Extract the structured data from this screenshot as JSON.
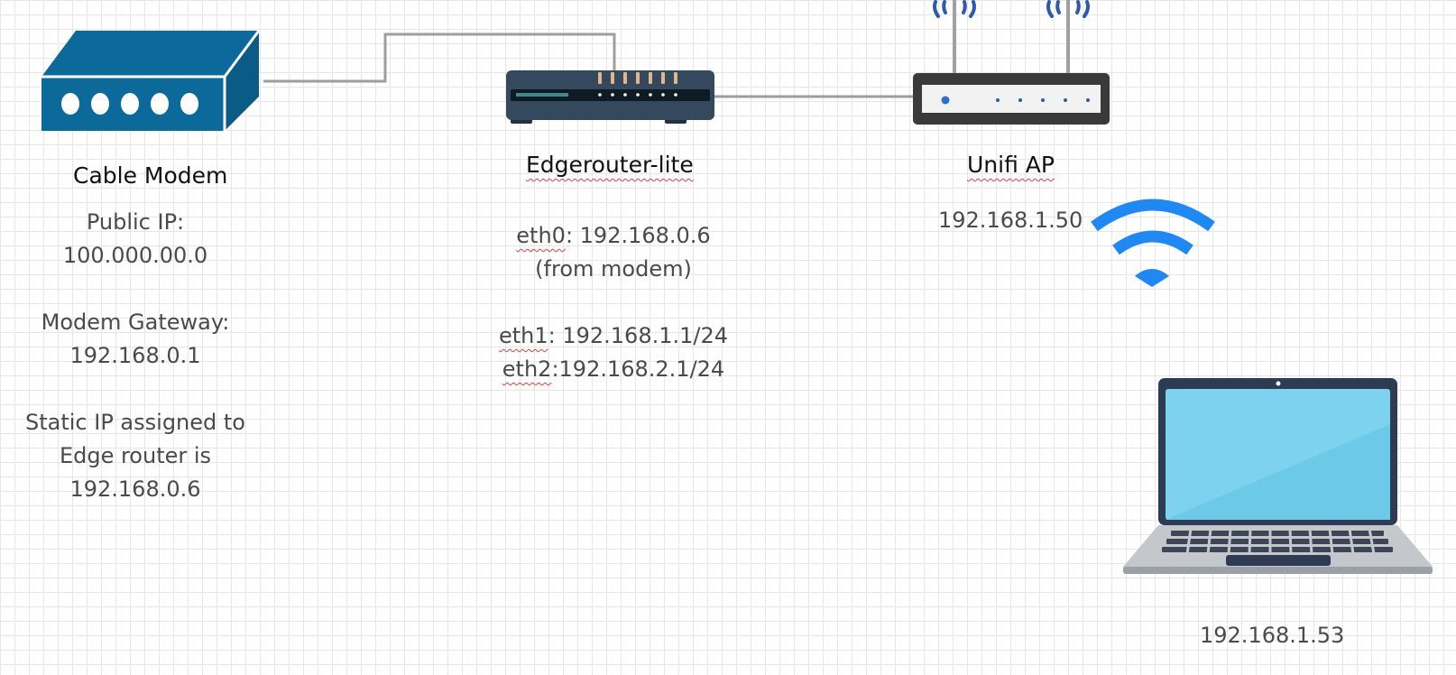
{
  "modem": {
    "title": "Cable Modem",
    "public_ip_label": "Public IP:",
    "public_ip": "100.000.00.0",
    "gateway_label": "Modem Gateway:",
    "gateway": "192.168.0.1",
    "static_line1": "Static IP assigned to",
    "static_line2": "Edge router is",
    "static_line3": "192.168.0.6"
  },
  "router": {
    "title": "Edgerouter-lite",
    "eth0_name": "eth0",
    "eth0_value": ": 192.168.0.6",
    "eth0_note": "(from modem)",
    "eth1_name": "eth1",
    "eth1_value": ": 192.168.1.1/24",
    "eth2_name": "eth2",
    "eth2_value": ":192.168.2.1/24"
  },
  "ap": {
    "title": "Unifi AP",
    "ip": "192.168.1.50"
  },
  "laptop": {
    "ip": "192.168.1.53"
  },
  "icons": [
    "cable-modem-icon",
    "edgerouter-icon",
    "unifi-ap-icon",
    "wifi-icon",
    "laptop-icon"
  ],
  "colors": {
    "modem": "#0c6a9a",
    "router": "#34495e",
    "ap_body": "#3a3a3a",
    "wifi": "#1e88f5",
    "laptop_screen": "#7dd3ef",
    "cable": "#9e9e9e",
    "spellcheck": "#e23c3c"
  }
}
